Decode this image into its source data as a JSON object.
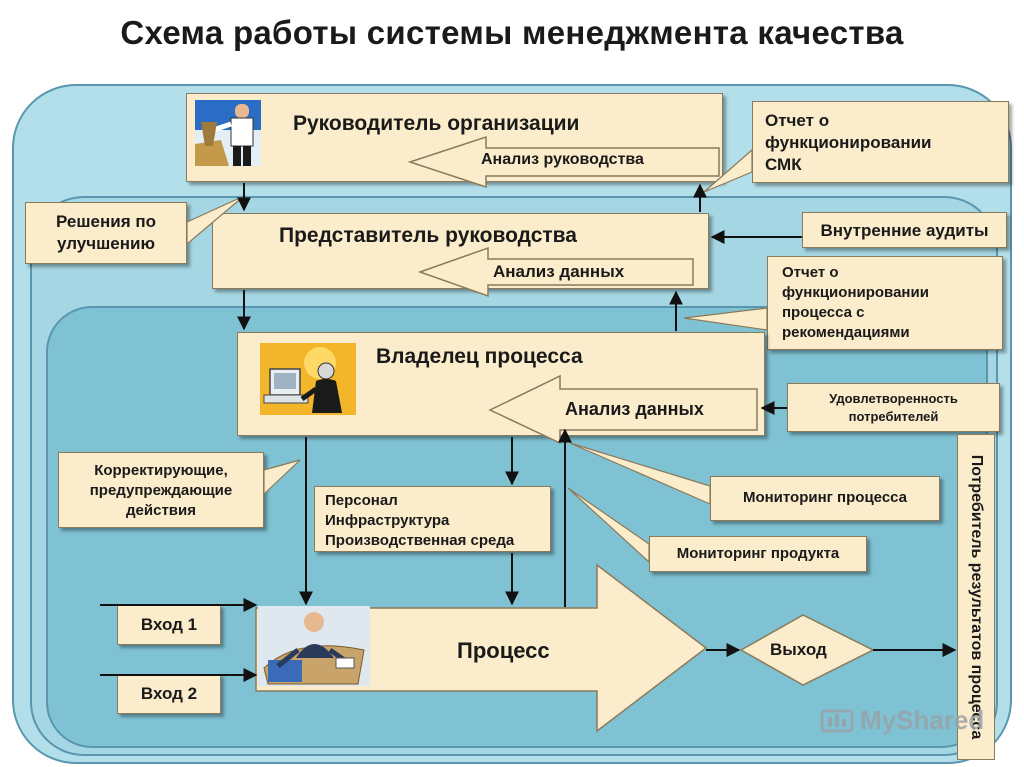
{
  "title": "Схема работы системы менеджмента качества",
  "boxes": {
    "manager": "Руководитель организации",
    "mgmt_analysis": "Анализ руководства",
    "smk_report": [
      "Отчет о",
      "функционировании",
      "СМК"
    ],
    "improvement": [
      "Решения по",
      "улучшению"
    ],
    "representative": "Представитель руководства",
    "data_analysis_1": "Анализ данных",
    "internal_audits": "Внутренние аудиты",
    "process_report": [
      "Отчет о",
      "функционировании",
      "процесса с",
      "рекомендациями"
    ],
    "process_owner": "Владелец процесса",
    "data_analysis_2": "Анализ данных",
    "satisfaction": [
      "Удовлетворенность",
      "потребителей"
    ],
    "corrective": [
      "Корректирующие,",
      "предупреждающие",
      "действия"
    ],
    "resources": [
      "Персонал",
      "Инфраструктура",
      "Производственная среда"
    ],
    "process_monitoring": "Мониторинг процесса",
    "product_monitoring": "Мониторинг продукта",
    "input_1": "Вход 1",
    "input_2": "Вход 2",
    "process": "Процесс",
    "output": "Выход",
    "consumer": "Потребитель результатов процесса"
  },
  "watermark": "MyShared",
  "icons": [
    "manager-figure-icon",
    "owner-computer-icon",
    "worker-desk-icon",
    "watermark-logo-icon"
  ],
  "colors": {
    "box_fill": "#fbeccb",
    "layer_outer": "#b3dfea",
    "layer_middle": "#a4d6e3",
    "layer_inner": "#7fc2d3",
    "border": "#5a96b0"
  }
}
